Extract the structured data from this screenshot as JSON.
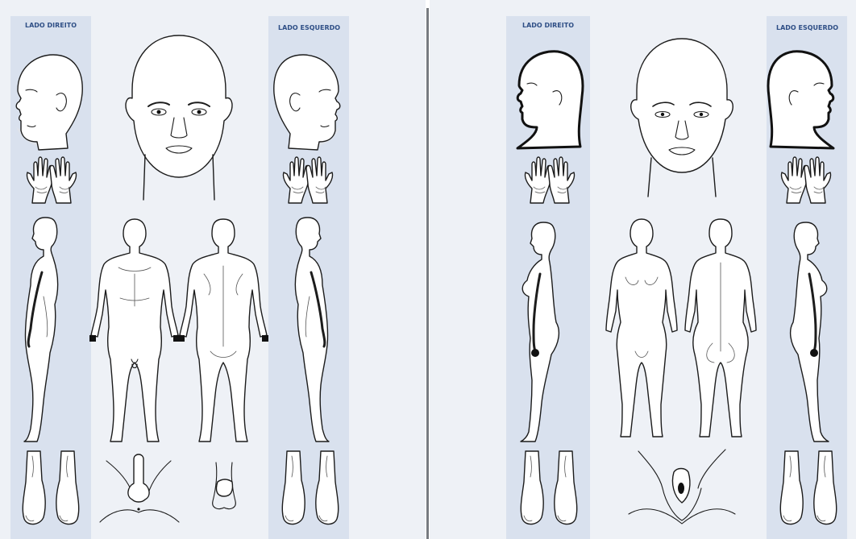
{
  "charts": [
    {
      "right_label": "LADO DIREITO",
      "left_label": "LADO ESQUERDO"
    },
    {
      "right_label": "LADO DIREITO",
      "left_label": "LADO ESQUERDO"
    }
  ],
  "colors": {
    "background": "#eef1f6",
    "side_strip": "#d9e1ee",
    "label_text": "#2f4f86",
    "divider": "#777b80"
  }
}
